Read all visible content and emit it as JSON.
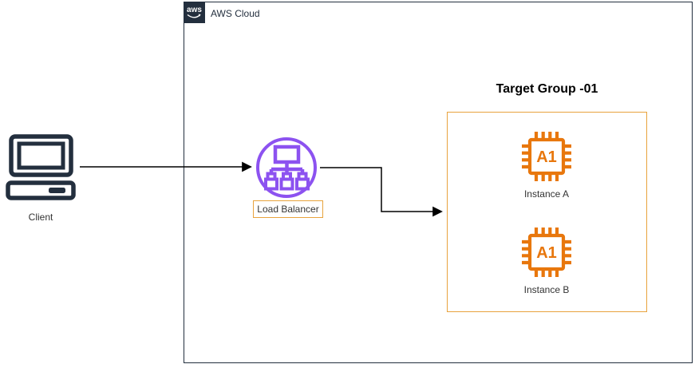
{
  "diagram": {
    "aws_cloud": {
      "logo_text": "aws",
      "label": "AWS Cloud"
    },
    "client": {
      "label": "Client"
    },
    "load_balancer": {
      "label": "Load Balancer"
    },
    "target_group": {
      "title": "Target Group -01",
      "instances": [
        {
          "chip_text": "A1",
          "label": "Instance A"
        },
        {
          "chip_text": "A1",
          "label": "Instance B"
        }
      ]
    },
    "connections": [
      {
        "from": "Client",
        "to": "Load Balancer"
      },
      {
        "from": "Load Balancer",
        "to": "Target Group -01"
      }
    ],
    "colors": {
      "container_border": "#232F3E",
      "load_balancer_purple": "#8C52F0",
      "instance_orange": "#E8770D",
      "group_border_orange": "#E8A33D",
      "arrow": "#000000"
    }
  }
}
